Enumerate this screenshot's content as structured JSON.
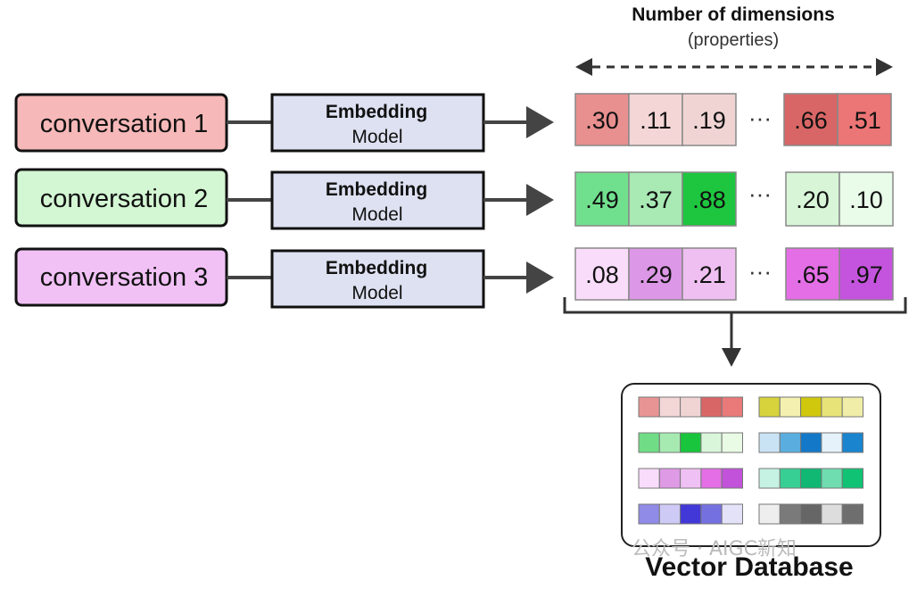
{
  "header": {
    "title": "Number of dimensions",
    "subtitle": "(properties)"
  },
  "rows": [
    {
      "label": "conversation 1",
      "box_color": "#f6b8b8",
      "embedding_bold": "Embedding",
      "embedding_text": "Model",
      "left_values": [
        ".30",
        ".11",
        ".19"
      ],
      "left_colors": [
        "#e88f8f",
        "#f4d6d6",
        "#f0d4d4"
      ],
      "right_values": [
        ".66",
        ".51"
      ],
      "right_colors": [
        "#d96666",
        "#ec7575"
      ]
    },
    {
      "label": "conversation 2",
      "box_color": "#d3f6d3",
      "embedding_bold": "Embedding",
      "embedding_text": "Model",
      "left_values": [
        ".49",
        ".37",
        ".88"
      ],
      "left_colors": [
        "#71e08e",
        "#a9e9b4",
        "#1ec63f"
      ],
      "right_values": [
        ".20",
        ".10"
      ],
      "right_colors": [
        "#d8f5d8",
        "#e9fbe9"
      ]
    },
    {
      "label": "conversation 3",
      "box_color": "#f1c1f5",
      "embedding_bold": "Embedding",
      "embedding_text": "Model",
      "left_values": [
        ".08",
        ".29",
        ".21"
      ],
      "left_colors": [
        "#f8dcf9",
        "#dc98e6",
        "#eebff0"
      ],
      "right_values": [
        ".65",
        ".97"
      ],
      "right_colors": [
        "#e36ee6",
        "#c454dd"
      ]
    }
  ],
  "ellipsis": "···",
  "database": {
    "title": "Vector Database",
    "groups": [
      [
        "#e89494",
        "#f3d6d6",
        "#f0d4d4",
        "#d96666",
        "#ea7a7a"
      ],
      [
        "#d6d33c",
        "#f3f0b0",
        "#d0c80c",
        "#e7e378",
        "#f0eda8"
      ],
      [
        "#70dc86",
        "#a6eab2",
        "#19c53c",
        "#daf6da",
        "#e9fbe4"
      ],
      [
        "#cae3f4",
        "#5aaedf",
        "#1478c8",
        "#e5f2fa",
        "#1a84cf"
      ],
      [
        "#f9dcfb",
        "#de9ae5",
        "#efc0f3",
        "#e36ee5",
        "#c252da"
      ],
      [
        "#c6f2e3",
        "#37cf93",
        "#10b874",
        "#6fddb0",
        "#10c374"
      ],
      [
        "#8f8be6",
        "#cdcaf6",
        "#4238d8",
        "#7470e0",
        "#e3e2f9"
      ],
      [
        "#eeeeee",
        "#7a7a7a",
        "#666666",
        "#dddddd",
        "#6e6e6e"
      ]
    ]
  },
  "watermark": "公众号 · AIGC新知"
}
